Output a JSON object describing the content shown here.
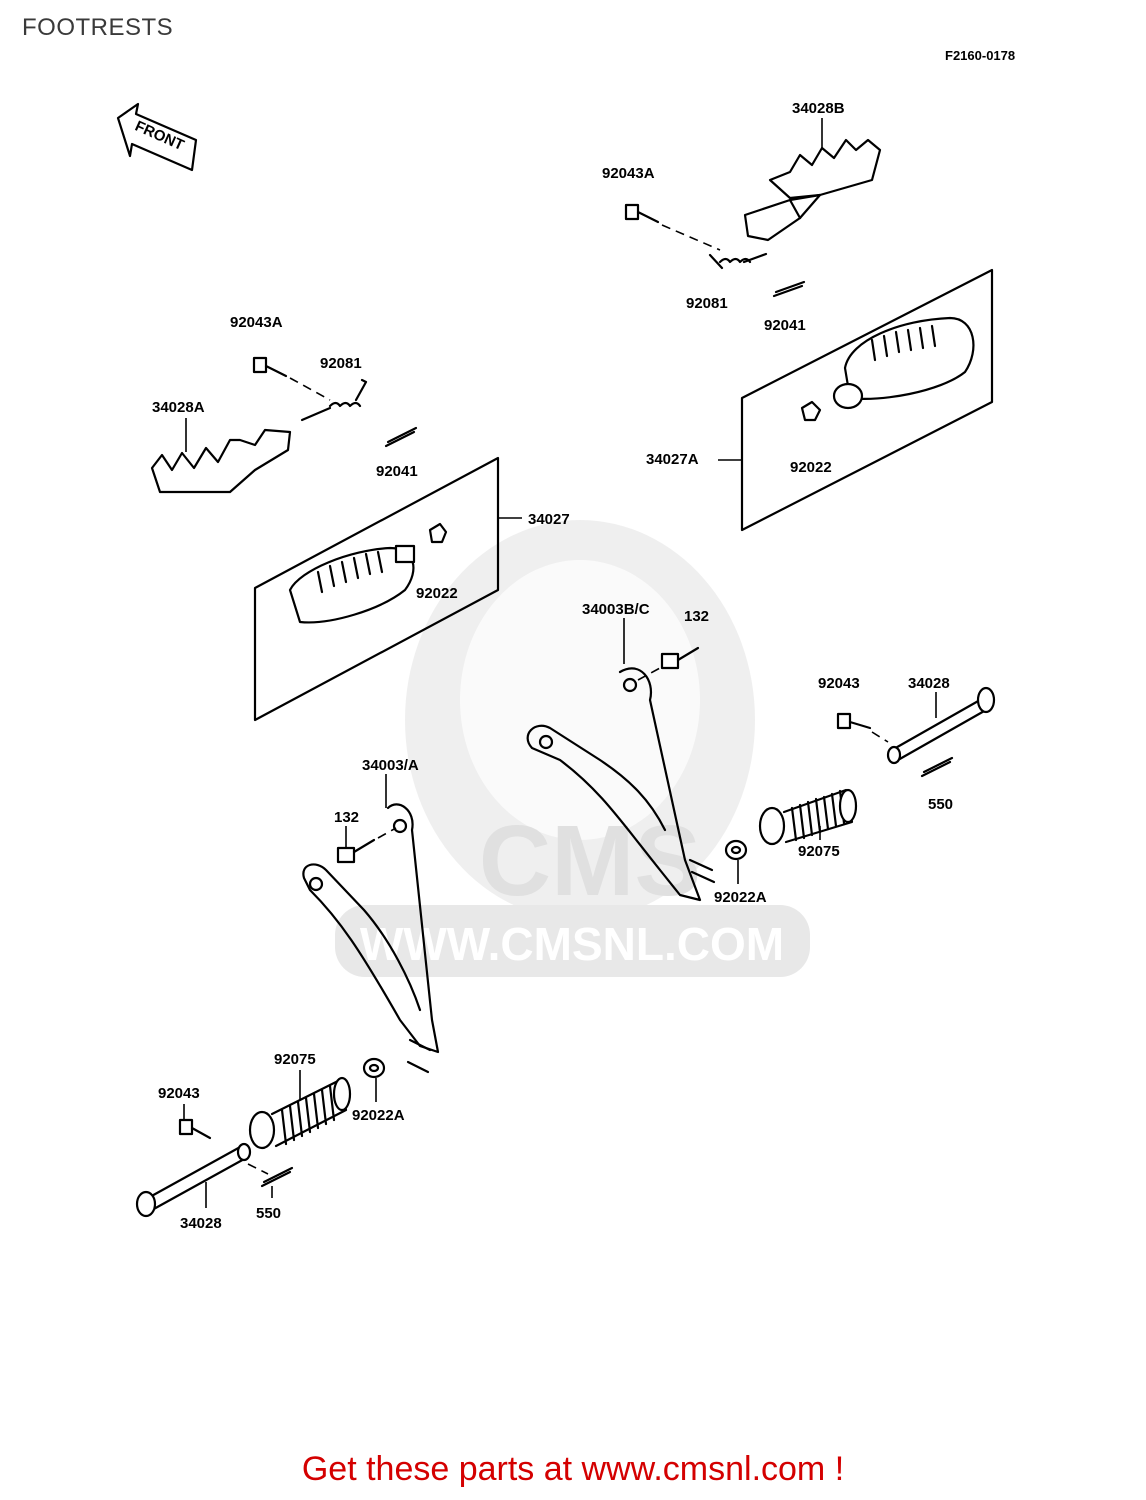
{
  "header": {
    "title": "FOOTRESTS",
    "figure_code": "F2160-0178"
  },
  "direction_badge": "FRONT",
  "watermark": {
    "logo_text": "CMS",
    "url_text": "WWW.CMSNL.COM"
  },
  "parts": {
    "p_92043A_right": "92043A",
    "p_34028B": "34028B",
    "p_92081_right": "92081",
    "p_92041_right": "92041",
    "p_34027A": "34027A",
    "p_92022_right": "92022",
    "p_92043A_left": "92043A",
    "p_92081_left": "92081",
    "p_34028A": "34028A",
    "p_92041_left": "92041",
    "p_34027": "34027",
    "p_92022_left": "92022",
    "p_34003BC": "34003B/C",
    "p_132_right": "132",
    "p_92043_right": "92043",
    "p_34028_right": "34028",
    "p_550_right": "550",
    "p_92075_right": "92075",
    "p_92022A_right": "92022A",
    "p_34003A": "34003/A",
    "p_132_left": "132",
    "p_92075_left": "92075",
    "p_92043_left": "92043",
    "p_92022A_left": "92022A",
    "p_34028_left": "34028",
    "p_550_left": "550"
  },
  "footer": {
    "promo": "Get these parts at www.cmsnl.com !"
  },
  "colors": {
    "promo": "#d40000",
    "line": "#000000",
    "watermark": "#e0e0e0"
  }
}
